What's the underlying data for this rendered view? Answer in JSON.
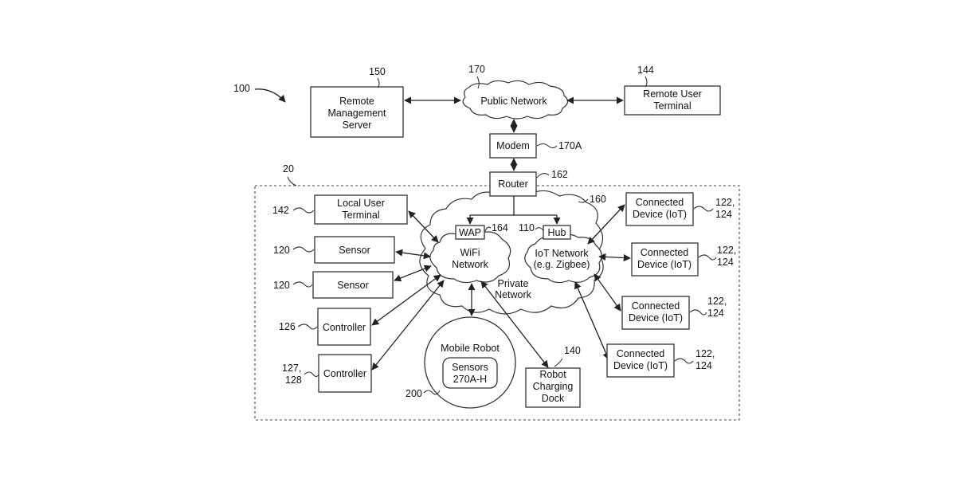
{
  "nodes": {
    "remote_management_server": [
      "Remote",
      "Management",
      "Server"
    ],
    "public_network": [
      "Public Network"
    ],
    "remote_user_terminal": [
      "Remote User",
      "Terminal"
    ],
    "modem": [
      "Modem"
    ],
    "router": [
      "Router"
    ],
    "local_user_terminal": [
      "Local User",
      "Terminal"
    ],
    "sensor_1": [
      "Sensor"
    ],
    "sensor_2": [
      "Sensor"
    ],
    "controller_1": [
      "Controller"
    ],
    "controller_2": [
      "Controller"
    ],
    "wap": [
      "WAP"
    ],
    "hub": [
      "Hub"
    ],
    "wifi_network": [
      "WiFi",
      "Network"
    ],
    "iot_network": [
      "IoT Network",
      "(e.g. Zigbee)"
    ],
    "private_network": [
      "Private",
      "Network"
    ],
    "mobile_robot": [
      "Mobile Robot"
    ],
    "robot_sensors": [
      "Sensors",
      "270A-H"
    ],
    "robot_charging_dock": [
      "Robot",
      "Charging",
      "Dock"
    ],
    "connected_device_1": [
      "Connected",
      "Device (IoT)"
    ],
    "connected_device_2": [
      "Connected",
      "Device (IoT)"
    ],
    "connected_device_3": [
      "Connected",
      "Device (IoT)"
    ],
    "connected_device_4": [
      "Connected",
      "Device (IoT)"
    ]
  },
  "refs": {
    "system": "100",
    "remote_management_server": "150",
    "public_network": "170",
    "remote_user_terminal": "144",
    "modem": "170A",
    "router": "162",
    "environment": "20",
    "private_network": "160",
    "local_user_terminal": "142",
    "wap": "164",
    "hub": "110",
    "sensor_1": "120",
    "sensor_2": "120",
    "controller_1": "126",
    "controller_2": [
      "127,",
      "128"
    ],
    "robot_charging_dock": "140",
    "mobile_robot": "200",
    "connected_device_1": [
      "122,",
      "124"
    ],
    "connected_device_2": [
      "122,",
      "124"
    ],
    "connected_device_3": [
      "122,",
      "124"
    ],
    "connected_device_4": [
      "122,",
      "124"
    ]
  }
}
